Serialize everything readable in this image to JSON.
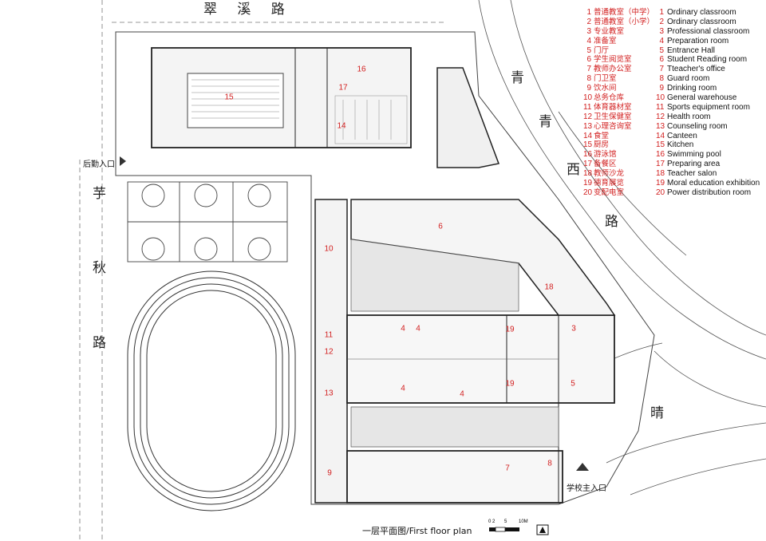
{
  "roads": {
    "north": "翠 溪 路",
    "west": [
      "芋",
      "秋",
      "路"
    ],
    "east": [
      "青",
      "青",
      "西",
      "路"
    ],
    "southeast": "晴"
  },
  "entrances": {
    "back": "后勤入口",
    "main": "学校主入口"
  },
  "title": "一层平面图/First floor plan",
  "scale_labels": [
    "0 2",
    "5",
    "10M"
  ],
  "legend": [
    {
      "num": "1",
      "zh": "普通教室（中学）",
      "en": "Ordinary classroom"
    },
    {
      "num": "2",
      "zh": "普通教室（小学）",
      "en": "Ordinary classroom"
    },
    {
      "num": "3",
      "zh": "专业教室",
      "en": "Professional classroom"
    },
    {
      "num": "4",
      "zh": "准备室",
      "en": "Preparation room"
    },
    {
      "num": "5",
      "zh": "门厅",
      "en": "Entrance Hall"
    },
    {
      "num": "6",
      "zh": "学生阅览室",
      "en": "Student Reading room"
    },
    {
      "num": "7",
      "zh": "教师办公室",
      "en": "Tteacher's office"
    },
    {
      "num": "8",
      "zh": "门卫室",
      "en": "Guard room"
    },
    {
      "num": "9",
      "zh": "饮水间",
      "en": "Drinking room"
    },
    {
      "num": "10",
      "zh": "总务仓库",
      "en": "General warehouse"
    },
    {
      "num": "11",
      "zh": "体育器材室",
      "en": "Sports equipment room"
    },
    {
      "num": "12",
      "zh": "卫生保健室",
      "en": "Health room"
    },
    {
      "num": "13",
      "zh": "心理咨询室",
      "en": "Counseling room"
    },
    {
      "num": "14",
      "zh": "食堂",
      "en": "Canteen"
    },
    {
      "num": "15",
      "zh": "厨房",
      "en": "Kitchen"
    },
    {
      "num": "16",
      "zh": "游泳馆",
      "en": "Swimming pool"
    },
    {
      "num": "17",
      "zh": "备餐区",
      "en": "Preparing area"
    },
    {
      "num": "18",
      "zh": "教师沙龙",
      "en": "Teacher salon"
    },
    {
      "num": "19",
      "zh": "德育展览",
      "en": "Moral education exhibition"
    },
    {
      "num": "20",
      "zh": "变配电室",
      "en": "Power distribution room"
    }
  ],
  "room_numbers": {
    "r15": "15",
    "r16": "16",
    "r17": "17",
    "r14": "14",
    "r6": "6",
    "r10": "10",
    "r18": "18",
    "r11": "11",
    "r12": "12",
    "r13": "13",
    "r9": "9",
    "r4a": "4",
    "r4b": "4",
    "r4c": "4",
    "r4d": "4",
    "r19a": "19",
    "r19b": "19",
    "r3": "3",
    "r5": "5",
    "r7": "7",
    "r8": "8"
  }
}
